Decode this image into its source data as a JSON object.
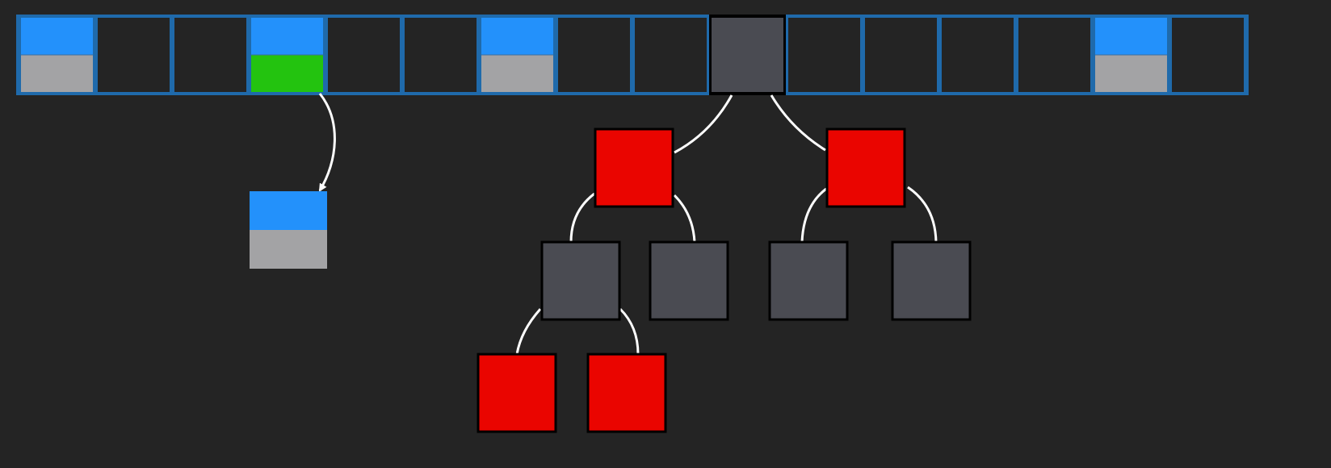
{
  "colors": {
    "background": "#242424",
    "table_frame": "#1f6aab",
    "empty_slot": "#242424",
    "entry_key": "#2391fb",
    "entry_value": "#a3a3a5",
    "entry_value_highlight": "#23c30f",
    "tree_root_slot": "#4a4b52",
    "node_red": "#ea0500",
    "node_black": "#4a4b52",
    "edge": "#ffffff"
  },
  "hash_table": {
    "slot_count": 16,
    "slots": [
      {
        "index": 0,
        "kind": "entry",
        "value_color": "gray"
      },
      {
        "index": 1,
        "kind": "empty"
      },
      {
        "index": 2,
        "kind": "empty"
      },
      {
        "index": 3,
        "kind": "entry",
        "value_color": "green"
      },
      {
        "index": 4,
        "kind": "empty"
      },
      {
        "index": 5,
        "kind": "empty"
      },
      {
        "index": 6,
        "kind": "entry",
        "value_color": "gray"
      },
      {
        "index": 7,
        "kind": "empty"
      },
      {
        "index": 8,
        "kind": "empty"
      },
      {
        "index": 9,
        "kind": "tree-root"
      },
      {
        "index": 10,
        "kind": "empty"
      },
      {
        "index": 11,
        "kind": "empty"
      },
      {
        "index": 12,
        "kind": "empty"
      },
      {
        "index": 13,
        "kind": "empty"
      },
      {
        "index": 14,
        "kind": "entry",
        "value_color": "gray"
      },
      {
        "index": 15,
        "kind": "empty"
      }
    ]
  },
  "linked_list": {
    "from_slot": 3,
    "nodes": [
      {
        "kind": "entry",
        "value_color": "gray"
      }
    ]
  },
  "tree": {
    "root_slot": 9,
    "nodes": [
      {
        "id": "a",
        "color": "red",
        "parent": "root"
      },
      {
        "id": "b",
        "color": "red",
        "parent": "root"
      },
      {
        "id": "c",
        "color": "black",
        "parent": "a"
      },
      {
        "id": "d",
        "color": "black",
        "parent": "a"
      },
      {
        "id": "e",
        "color": "black",
        "parent": "b"
      },
      {
        "id": "f",
        "color": "black",
        "parent": "b"
      },
      {
        "id": "g",
        "color": "red",
        "parent": "c"
      },
      {
        "id": "h",
        "color": "red",
        "parent": "c"
      }
    ]
  }
}
